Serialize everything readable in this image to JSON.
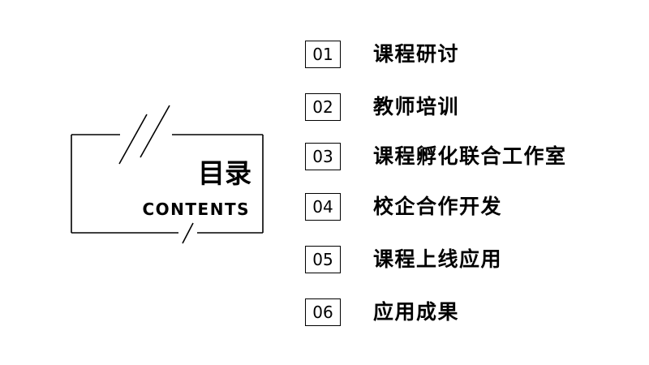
{
  "heading": {
    "title_zh": "目录",
    "title_en": "CONTENTS"
  },
  "items": [
    {
      "number": "01",
      "label": "课程研讨"
    },
    {
      "number": "02",
      "label": "教师培训"
    },
    {
      "number": "03",
      "label": "课程孵化联合工作室"
    },
    {
      "number": "04",
      "label": "校企合作开发"
    },
    {
      "number": "05",
      "label": "课程上线应用"
    },
    {
      "number": "06",
      "label": "应用成果"
    }
  ],
  "colors": {
    "background": "#ffffff",
    "ink": "#000000"
  }
}
